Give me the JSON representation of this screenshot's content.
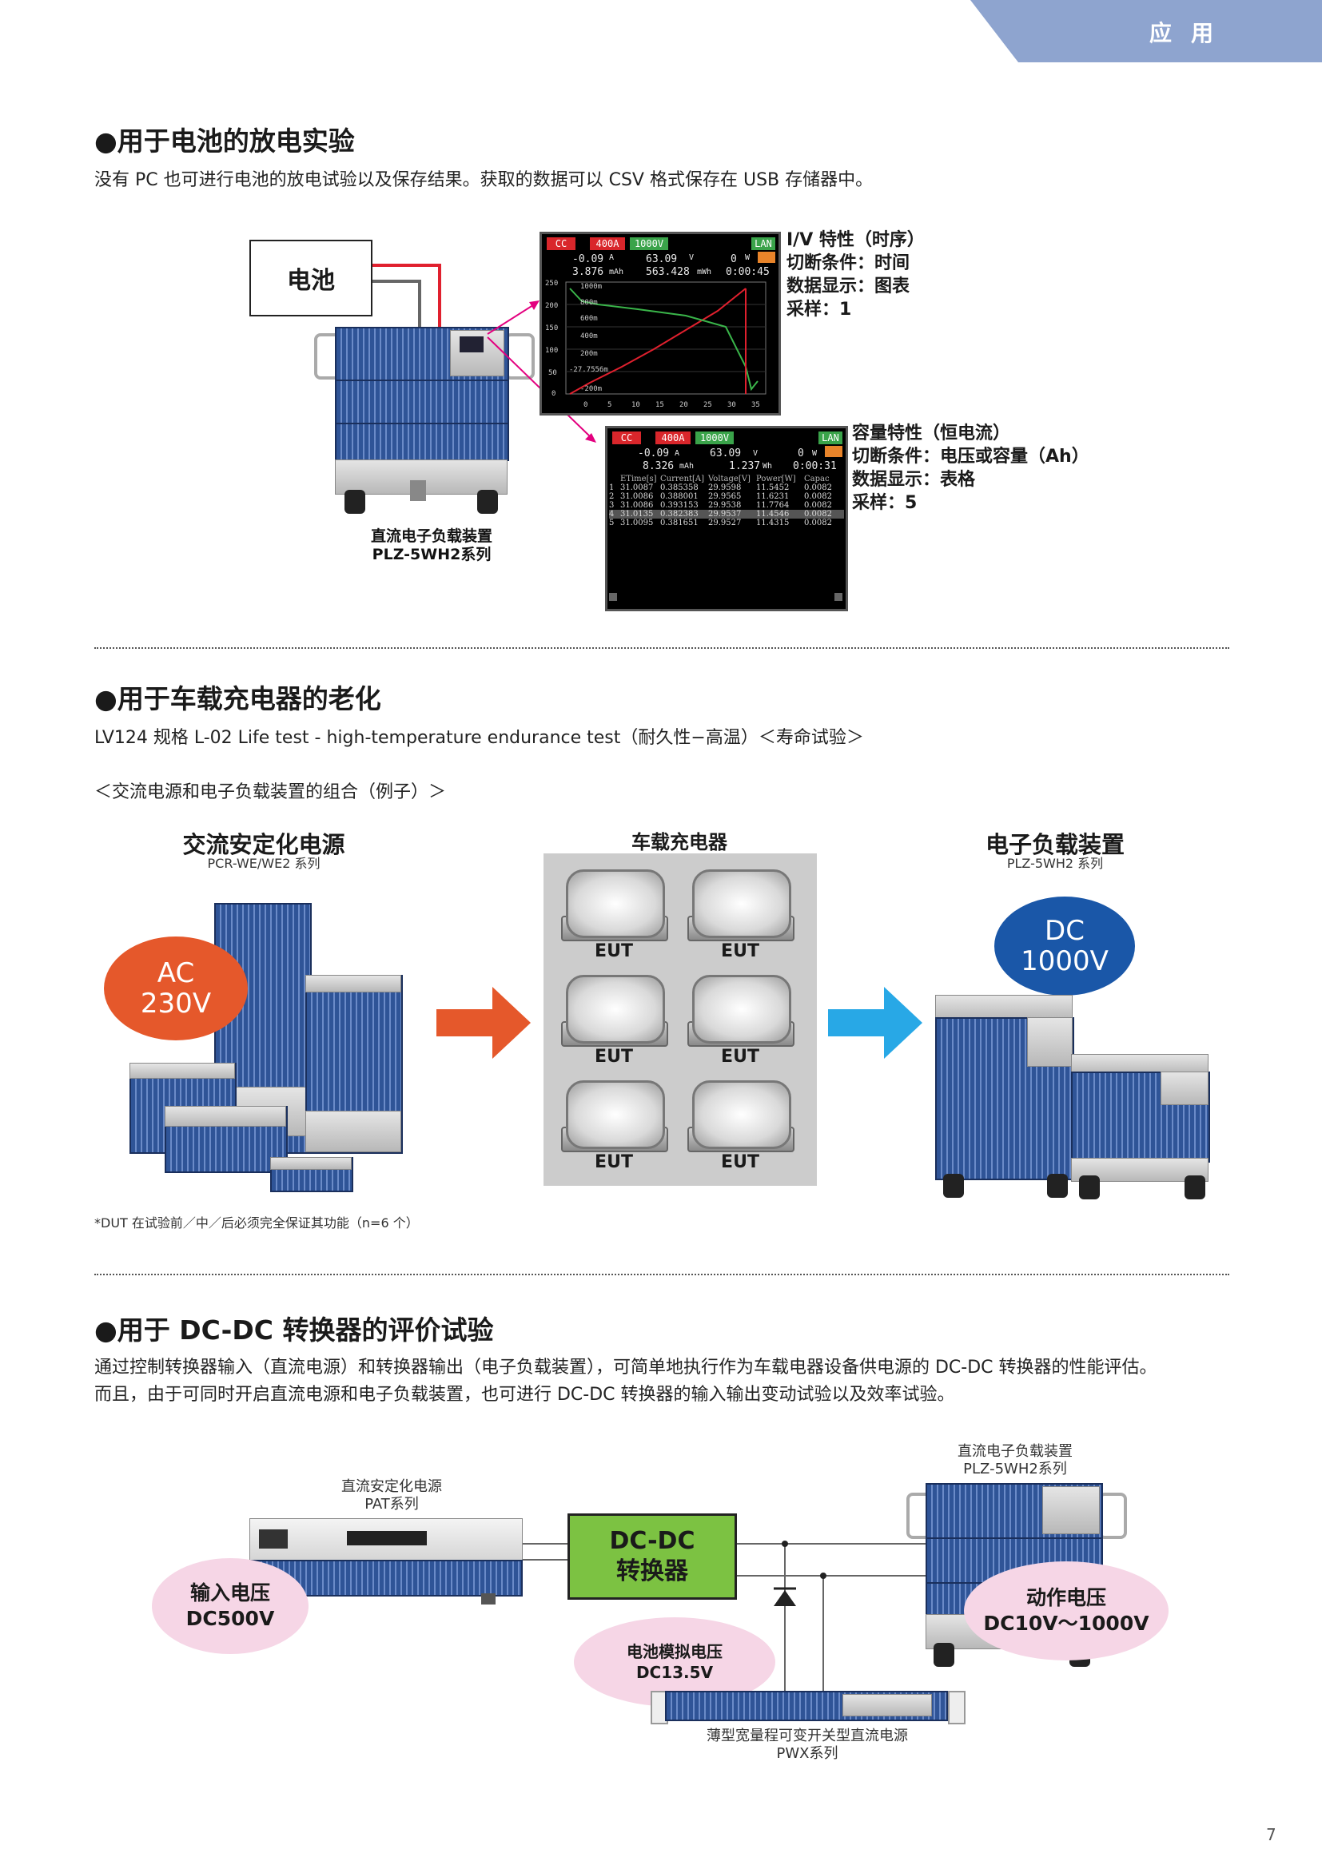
{
  "header_tab": "应用",
  "sections": {
    "battery": {
      "title": "●用于电池的放电实验",
      "desc": "没有 PC 也可进行电池的放电试验以及保存结果。获取的数据可以 CSV 格式保存在 USB 存储器中。",
      "battery_label": "电池",
      "device_line1": "直流电子负载装置",
      "device_line2": "PLZ-5WH2系列",
      "screen1": {
        "badges": [
          "CC",
          "400A",
          "1000V",
          "LAN"
        ],
        "row1": [
          "-0.09",
          "A",
          "63.09",
          "V",
          "0",
          "W"
        ],
        "row2": [
          "3.876",
          "mAh",
          "563.428",
          "mWh",
          "0:00:45"
        ],
        "y_ticks": [
          "250",
          "200",
          "150",
          "100",
          "50",
          "0"
        ],
        "y2_ticks": [
          "1000m",
          "800m",
          "600m",
          "400m",
          "200m",
          "-27.7556m",
          "-200m"
        ],
        "x_ticks": [
          "0",
          "5",
          "10",
          "15",
          "20",
          "25",
          "30",
          "35"
        ]
      },
      "screen1_note": [
        "I/V 特性（时序）",
        "切断条件：时间",
        "数据显示：图表",
        "采样：1"
      ],
      "screen2": {
        "badges": [
          "CC",
          "400A",
          "1000V",
          "LAN"
        ],
        "row1": [
          "-0.09",
          "A",
          "63.09",
          "V",
          "0",
          "W"
        ],
        "row2": [
          "8.326",
          "mAh",
          "1.237",
          "Wh",
          "0:00:31"
        ],
        "table_header": [
          "ETime[s]",
          "Current[A]",
          "Voltage[V]",
          "Power[W]",
          "Capac"
        ],
        "table_rows": [
          [
            "1",
            "31.0087",
            "0.385358",
            "29.9598",
            "11.5452",
            "0.0082"
          ],
          [
            "2",
            "31.0086",
            "0.388001",
            "29.9565",
            "11.6231",
            "0.0082"
          ],
          [
            "3",
            "31.0086",
            "0.393153",
            "29.9538",
            "11.7764",
            "0.0082"
          ],
          [
            "4",
            "31.0135",
            "0.382383",
            "29.9537",
            "11.4546",
            "0.0082"
          ],
          [
            "5",
            "31.0095",
            "0.381651",
            "29.9527",
            "11.4315",
            "0.0082"
          ]
        ]
      },
      "screen2_note": [
        "容量特性（恒电流）",
        "切断条件：电压或容量（Ah）",
        "数据显示：表格",
        "采样：5"
      ]
    },
    "charger": {
      "title": "●用于车载充电器的老化",
      "desc": "LV124 规格 L-02 Life test - high-temperature endurance test（耐久性−高温）＜寿命试验＞",
      "sub": "＜交流电源和电子负载装置的组合（例子）＞",
      "ac_title": "交流安定化电源",
      "ac_series": "PCR-WE/WE2 系列",
      "ac_badge": [
        "AC",
        "230V"
      ],
      "charger_title": "车载充电器",
      "eut_label": "EUT",
      "load_title": "电子负载装置",
      "load_series": "PLZ-5WH2 系列",
      "dc_badge": [
        "DC",
        "1000V"
      ],
      "note": "*DUT 在试验前／中／后必须完全保证其功能（n=6 个）"
    },
    "dcdc": {
      "title": "●用于 DC-DC 转换器的评价试验",
      "desc1": "通过控制转换器输入（直流电源）和转换器输出（电子负载装置），可简单地执行作为车载电器设备供电源的 DC-DC 转换器的性能评估。",
      "desc2": "而且，由于可同时开启直流电源和电子负载装置，也可进行 DC-DC 转换器的输入输出变动试验以及效率试验。",
      "psu_line1": "直流安定化电源",
      "psu_line2": "PAT系列",
      "input_badge": [
        "输入电压",
        "DC500V"
      ],
      "converter": [
        "DC-DC",
        "转换器"
      ],
      "load_line1": "直流电子负载装置",
      "load_line2": "PLZ-5WH2系列",
      "op_badge": [
        "动作电压",
        "DC10V～1000V"
      ],
      "batt_badge": [
        "电池模拟电压",
        "DC13.5V"
      ],
      "pwx_line1": "薄型宽量程可变开关型直流电源",
      "pwx_line2": "PWX系列"
    }
  },
  "page_number": "7",
  "colors": {
    "accent_tab": "#8ea4cf",
    "orange": "#e5582b",
    "blue_ellipse": "#1a57a8",
    "pink": "#f6d6e6",
    "green": "#7cc242"
  }
}
